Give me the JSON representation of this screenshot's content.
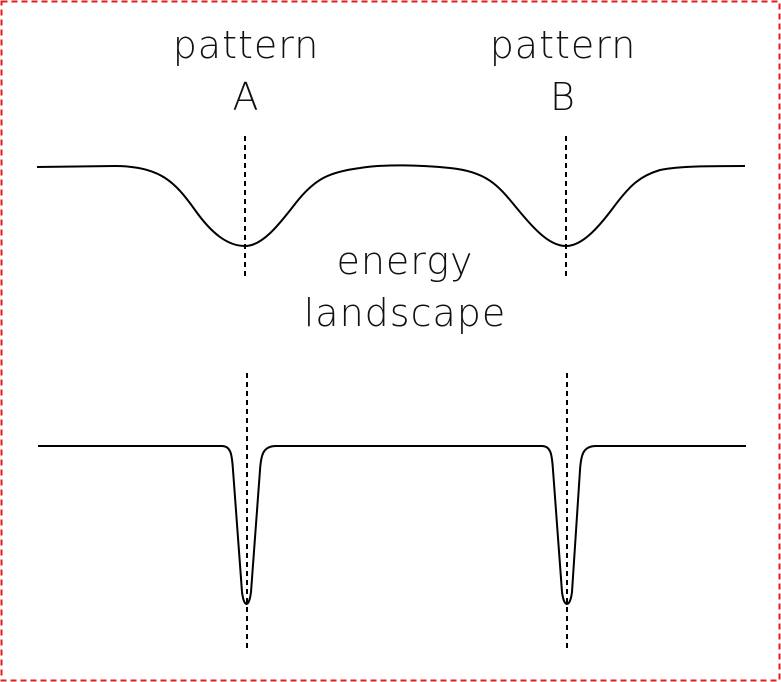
{
  "labels": {
    "pattern_a_line1": "pattern",
    "pattern_a_line2": "A",
    "pattern_b_line1": "pattern",
    "pattern_b_line2": "B",
    "landscape_line1": "energy",
    "landscape_line2": "landscape"
  },
  "colors": {
    "frame_border": "#e11d1d",
    "curve_stroke": "#000000",
    "marker_line": "#000000",
    "text": "#111111"
  }
}
